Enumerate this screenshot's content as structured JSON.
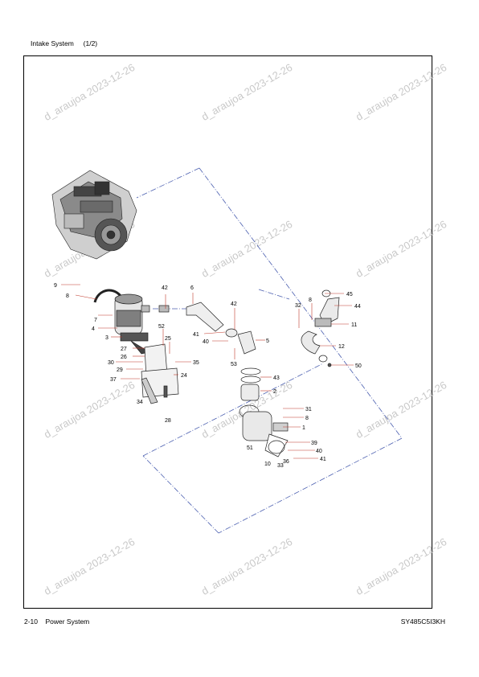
{
  "header": {
    "title": "Intake System     (1/2)"
  },
  "footer": {
    "left": "2-10    Power System",
    "right": "SY485C5I3KH"
  },
  "watermark": "d_araujoa 2023-12-26",
  "callouts": [
    "9",
    "8",
    "7",
    "4",
    "3",
    "27",
    "26",
    "30",
    "29",
    "37",
    "34",
    "42",
    "52",
    "25",
    "35",
    "24",
    "28",
    "6",
    "42",
    "41",
    "40",
    "53",
    "5",
    "43",
    "2",
    "31",
    "8",
    "1",
    "39",
    "40",
    "41",
    "36",
    "33",
    "10",
    "51",
    "45",
    "8",
    "32",
    "44",
    "11",
    "12",
    "50"
  ]
}
